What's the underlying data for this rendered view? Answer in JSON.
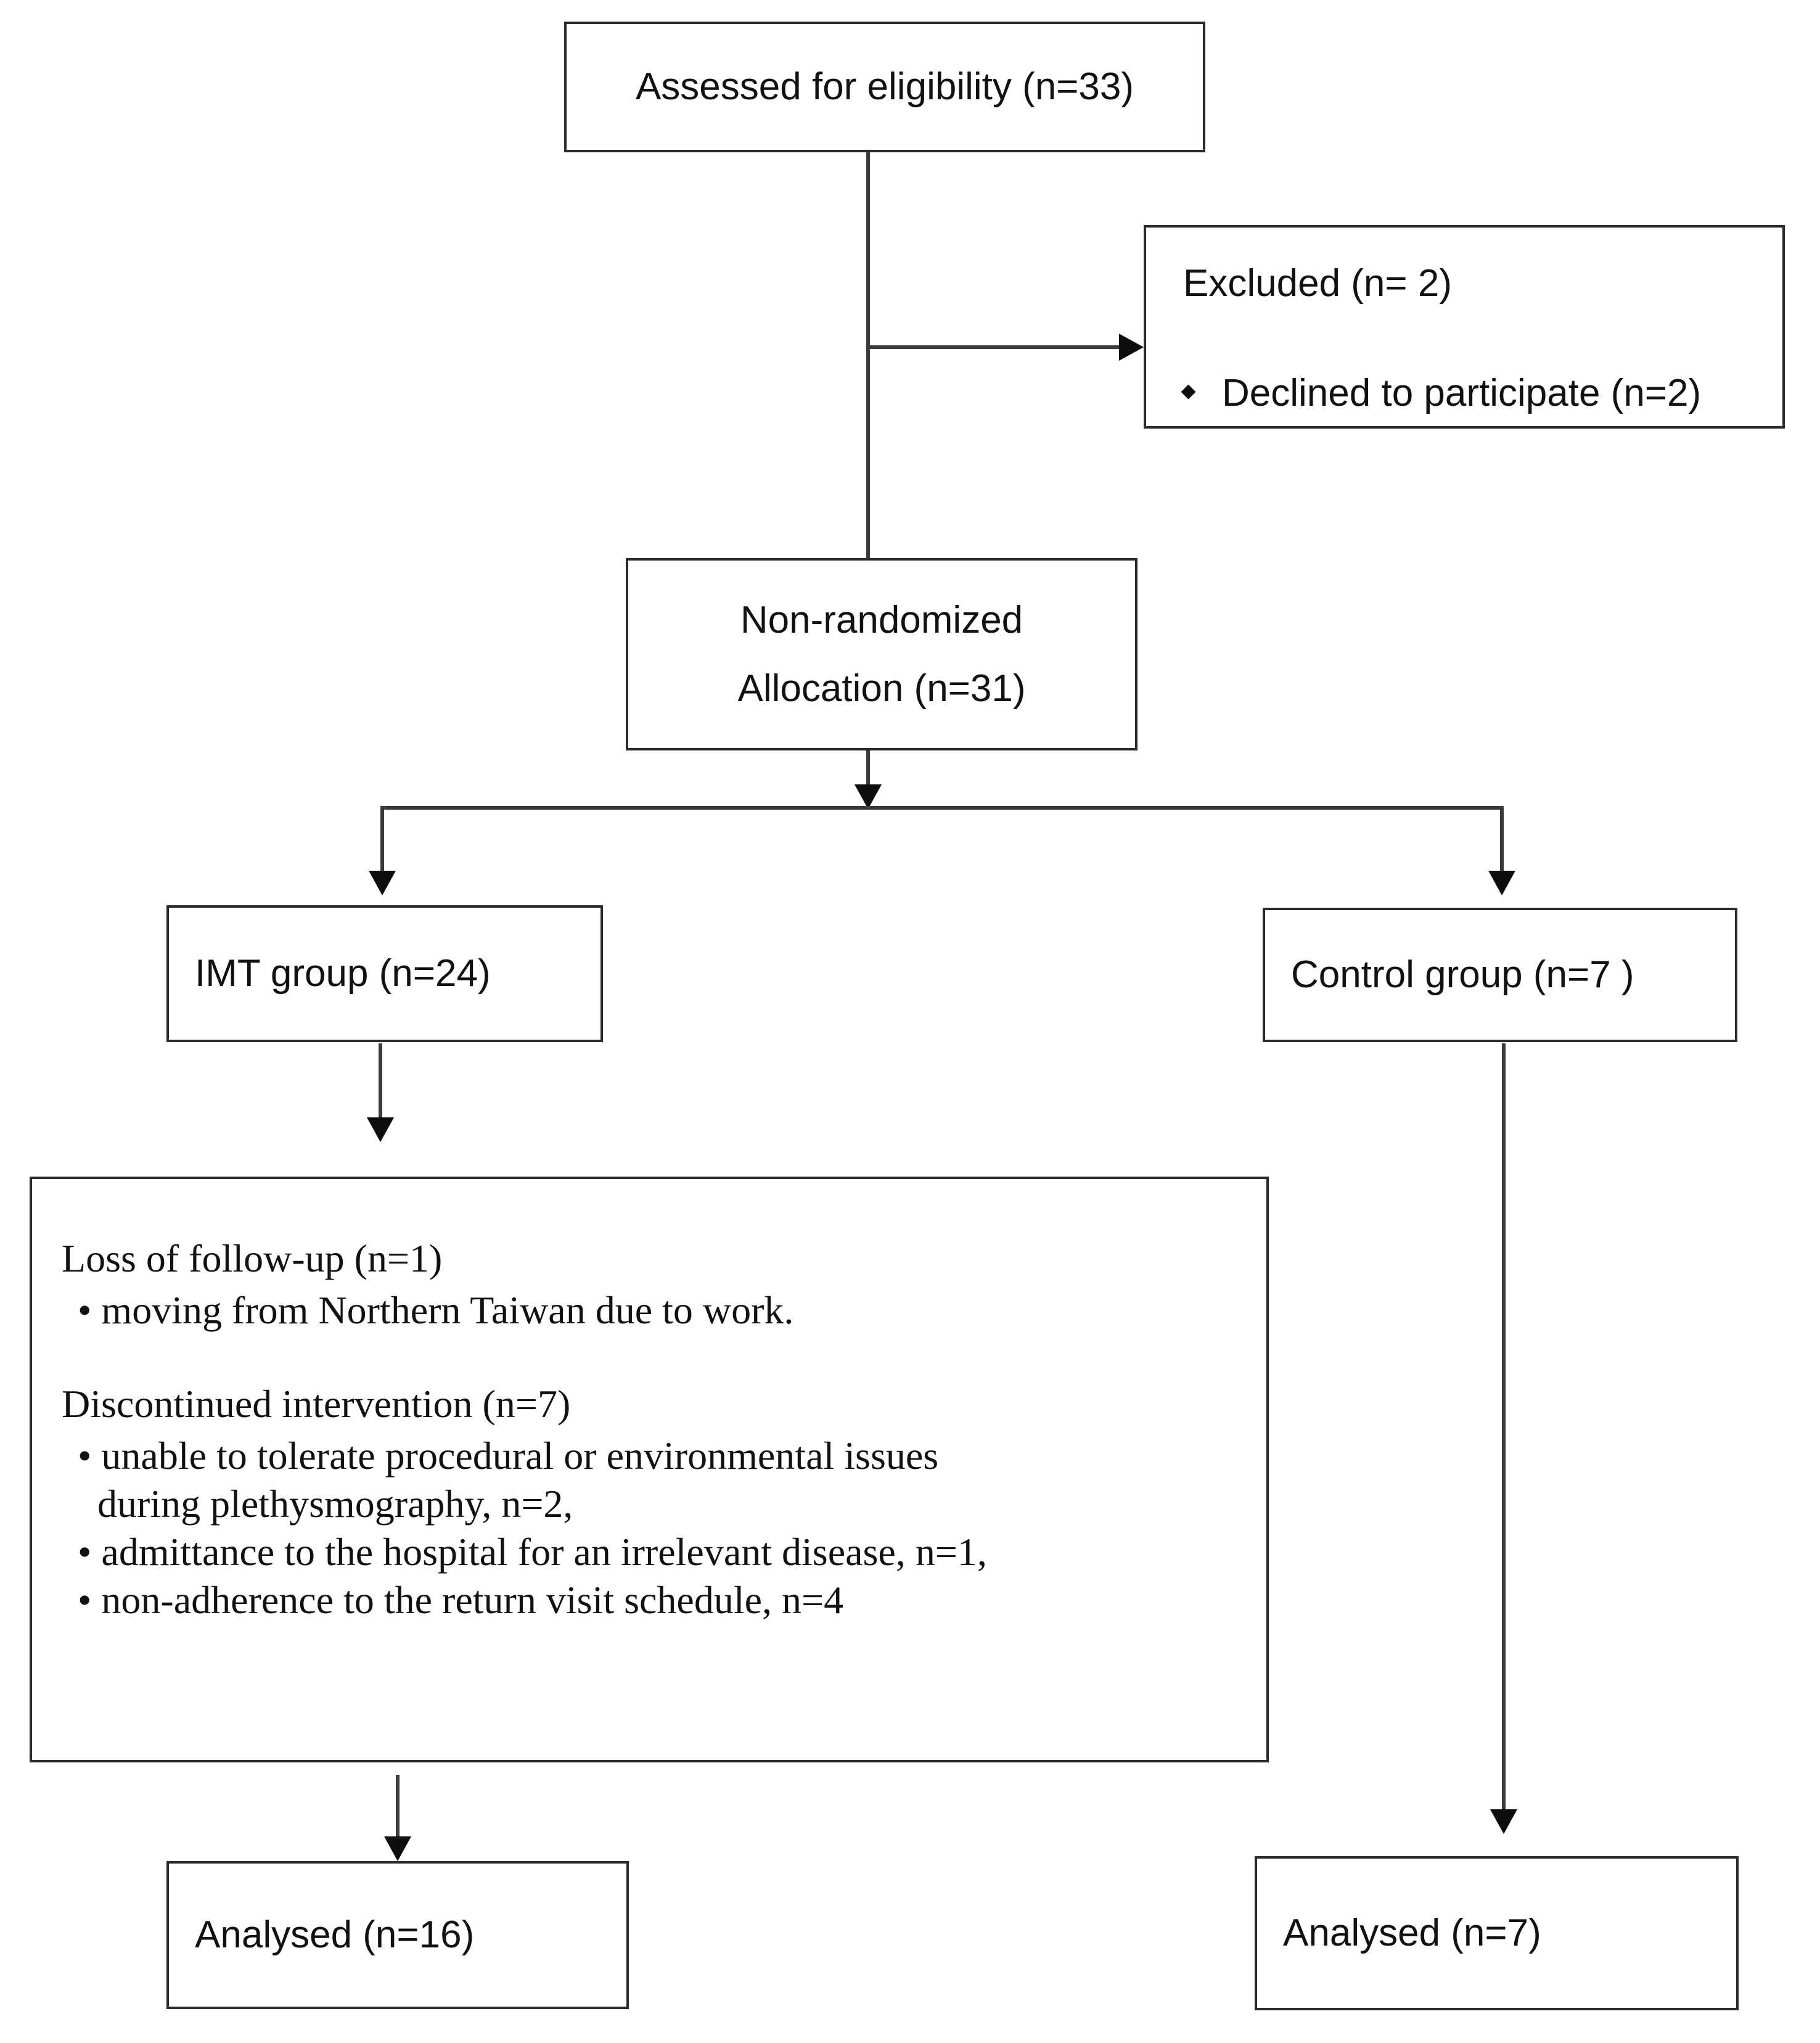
{
  "diagram": {
    "type": "consort-flow-diagram",
    "nodes": {
      "assessed": {
        "label": "Assessed for eligibility (n=33)",
        "n": 33
      },
      "excluded": {
        "title": "Excluded  (n= 2)",
        "n": 2,
        "bullet_glyph": "diamond",
        "reasons": [
          {
            "text": "Declined to participate (n=2)",
            "n": 2
          }
        ]
      },
      "allocation": {
        "line1": "Non-randomized",
        "line2": "Allocation (n=31)",
        "n": 31
      },
      "imt_group": {
        "label": "IMT group (n=24)",
        "n": 24
      },
      "control_group": {
        "label": "Control group (n=7 )",
        "n": 7
      },
      "attrition": {
        "loss_title": "Loss of follow-up  (n=1)",
        "loss_n": 1,
        "loss_items": [
          "• moving from Northern Taiwan due to work."
        ],
        "disc_title": "Discontinued intervention (n=7)",
        "disc_n": 7,
        "disc_items": [
          "• unable to tolerate procedural or environmental issues",
          "during plethysmography, n=2,",
          "• admittance to the hospital for an irrelevant disease, n=1,",
          "• non-adherence to the return visit schedule, n=4"
        ]
      },
      "analysed_imt": {
        "label": "Analysed  (n=16)",
        "n": 16
      },
      "analysed_control": {
        "label": "Analysed  (n=7)",
        "n": 7
      }
    },
    "colors": {
      "background": "#ffffff",
      "box_border": "#2b2b2b",
      "connector": "#3a3a3a",
      "arrowhead": "#0d0d0d",
      "text": "#111111"
    }
  }
}
